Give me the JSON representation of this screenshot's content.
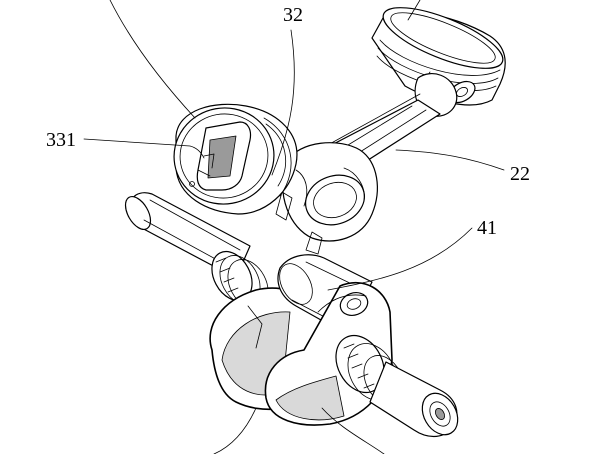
{
  "labels": {
    "l32": "32",
    "l331": "331",
    "l22": "22",
    "l41": "41"
  },
  "colors": {
    "ink": "#000000",
    "paper": "#ffffff",
    "shade": "#d9d9d9"
  }
}
